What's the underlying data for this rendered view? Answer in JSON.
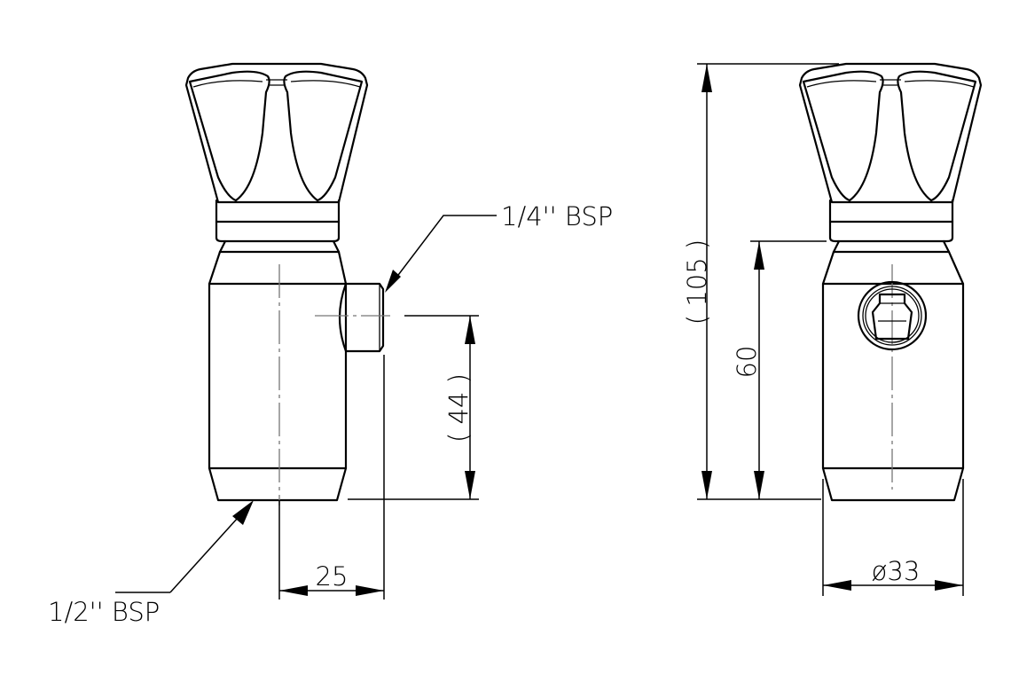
{
  "drawing": {
    "title": "Valve technical drawing",
    "views": [
      {
        "name": "side-view",
        "description": "Side elevation with 1/4\" side port"
      },
      {
        "name": "front-view",
        "description": "Front elevation showing port face"
      }
    ],
    "callouts": {
      "side_port": "1/4'' BSP",
      "bottom_inlet": "1/2'' BSP"
    },
    "dimensions": {
      "port_height": "( 44 )",
      "port_offset": "25",
      "overall_height": "( 105 )",
      "body_height": "60",
      "body_diameter": "ø33"
    },
    "colors": {
      "line": "#000000",
      "centerline": "#777777",
      "background": "#ffffff"
    }
  }
}
